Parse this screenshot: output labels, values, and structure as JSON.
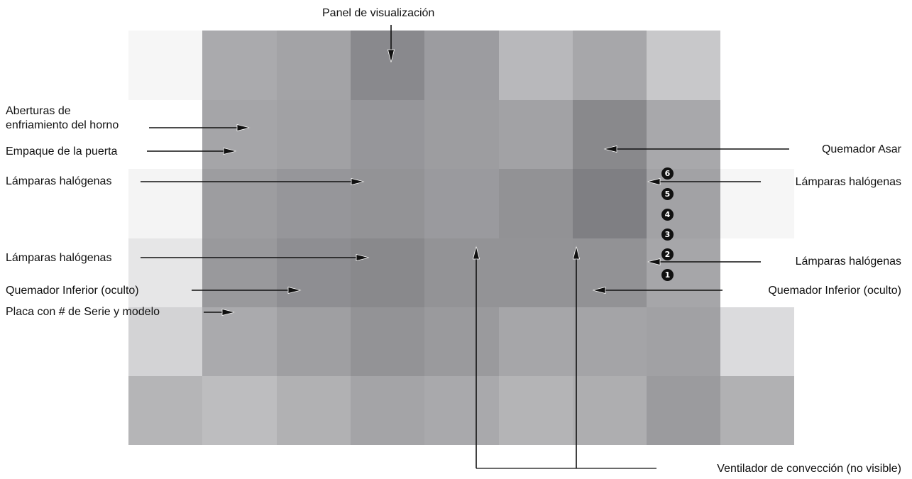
{
  "labels": {
    "display_panel": "Panel de visualización",
    "cooling_vents": [
      "Aberturas de",
      "enfriamiento del horno"
    ],
    "door_gasket": "Empaque de la puerta",
    "halogen_lamps_left_upper": "Lámparas halógenas",
    "halogen_lamps_left_lower": "Lámparas halógenas",
    "lower_burner_left": "Quemador Inferior (oculto)",
    "serial_plate": "Placa con # de Serie y modelo",
    "broil_burner": "Quemador Asar",
    "halogen_lamps_right_upper": "Lámparas halógenas",
    "halogen_lamps_right_lower": "Lámparas halógenas",
    "lower_burner_right": "Quemador Inferior (oculto)",
    "convection_fan": "Ventilador de convección (no visible)"
  },
  "rack_positions": [
    "6",
    "5",
    "4",
    "3",
    "2",
    "1"
  ],
  "colors": {
    "ink": "#111111",
    "background": "#ffffff"
  }
}
